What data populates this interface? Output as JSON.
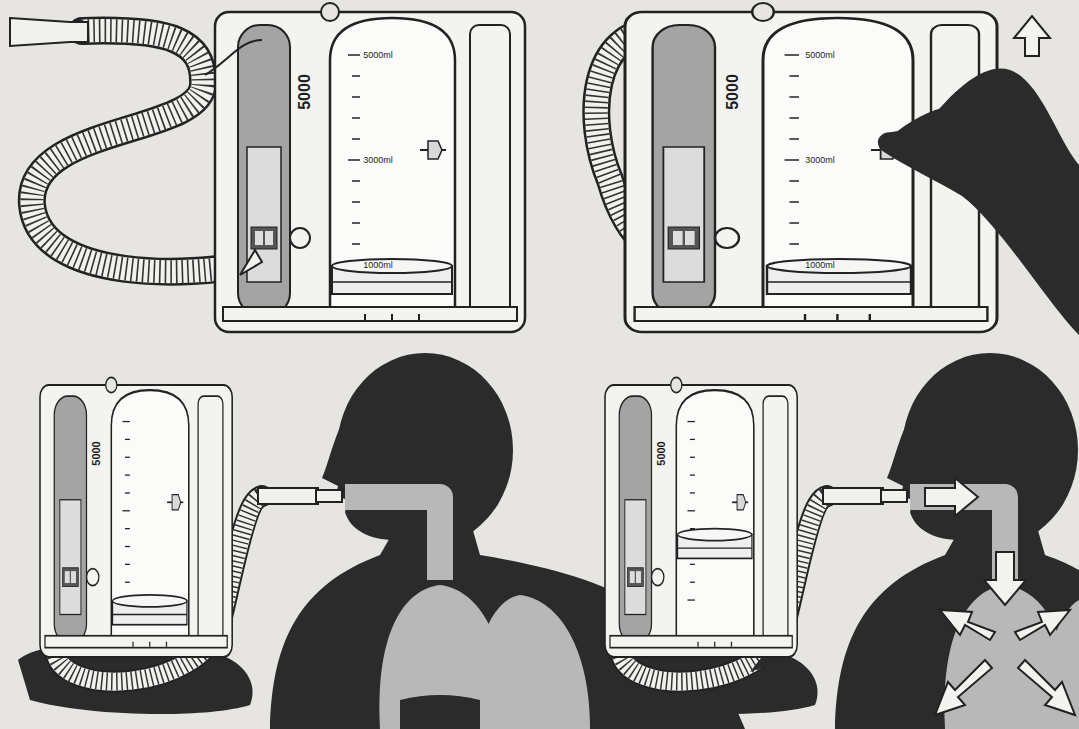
{
  "diagram": {
    "labels": [
      "5000",
      "5000ml",
      "3000ml",
      "1000ml",
      "5000",
      "5000ml",
      "3000ml",
      "1000ml",
      "5000",
      "5000"
    ]
  }
}
